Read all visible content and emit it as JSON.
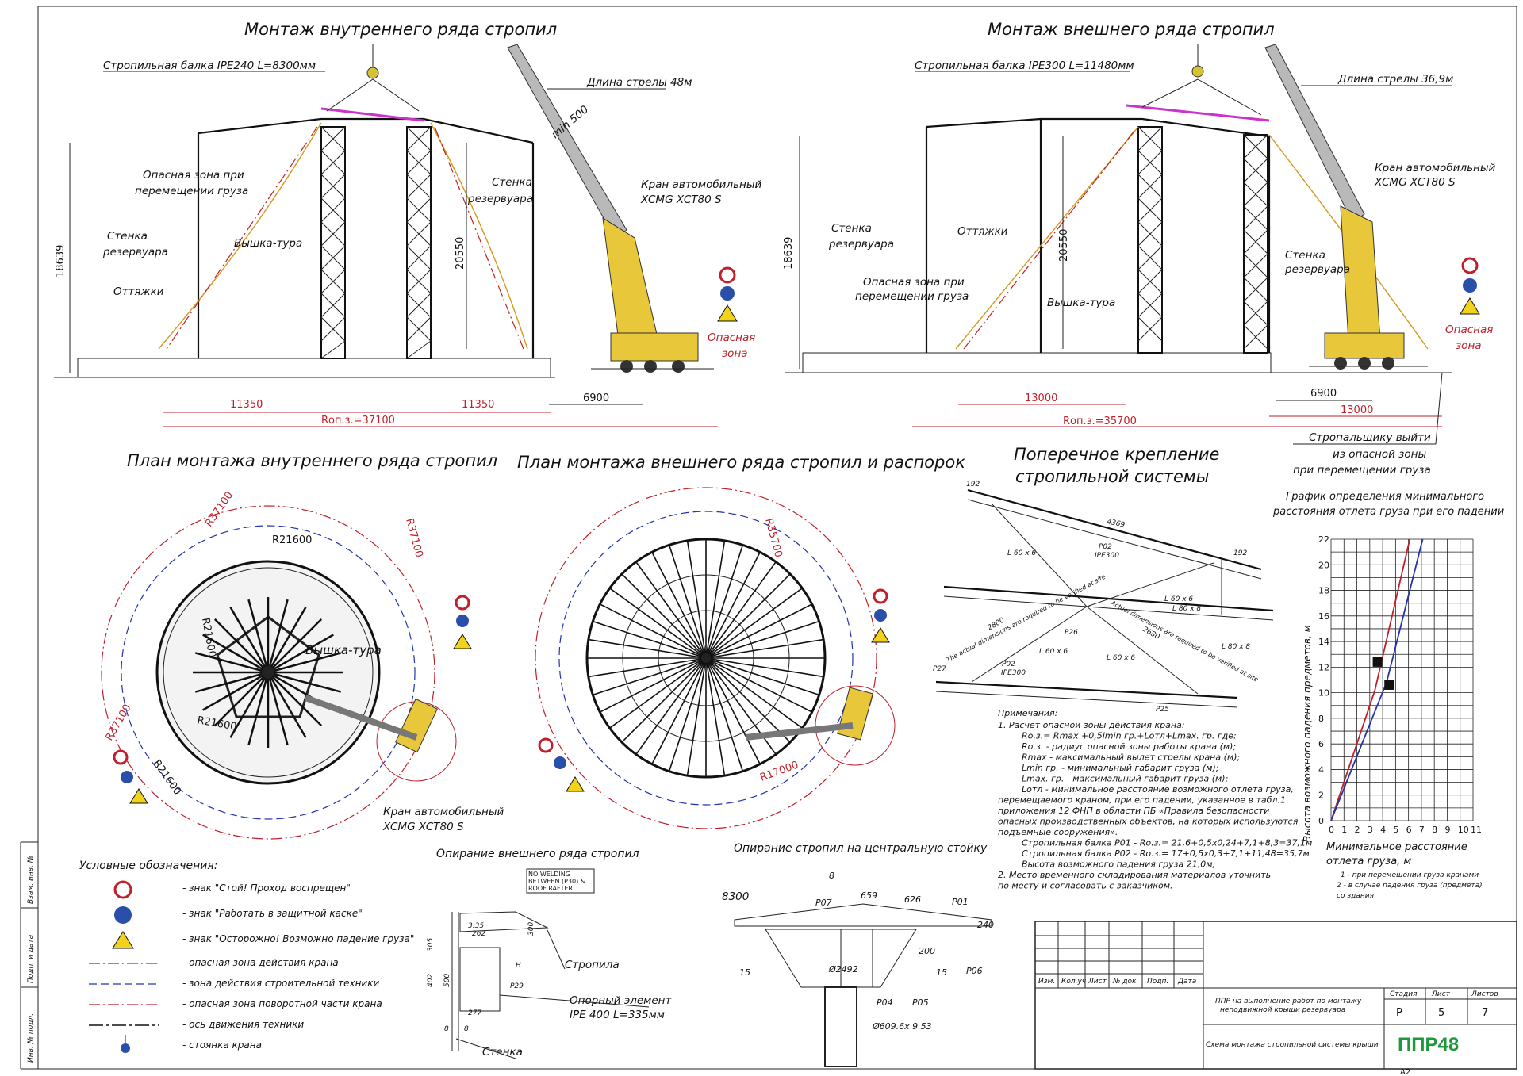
{
  "titles": {
    "inner_rafters": "Монтаж внутреннего ряда стропил",
    "outer_rafters": "Монтаж внешнего ряда стропил",
    "plan_inner": "План монтажа внутреннего ряда стропил",
    "plan_outer": "План монтажа внешнего ряда стропил и распорок",
    "cross_bracing_1": "Поперечное крепление",
    "cross_bracing_2": "стропильной системы",
    "graph_1": "График определения минимального",
    "graph_2": "расстояния отлета груза при его падении",
    "support_outer": "Опирание внешнего ряда стропил",
    "support_center": "Опирание стропил на центральную стойку"
  },
  "inner_elevation": {
    "beam": "Стропильная балка IPE240 L=8300мм",
    "boom": "Длина стрелы 48м",
    "min500": "min 500",
    "danger_zone_1": "Опасная зона при",
    "danger_zone_2": "перемещении груза",
    "wall_right_1": "Стенка",
    "wall_right_2": "резервуара",
    "wall_left_1": "Стенка",
    "wall_left_2": "резервуара",
    "tower": "Вышка-тура",
    "guys": "Оттяжки",
    "crane_1": "Кран автомобильный",
    "crane_2": "XCMG XCT80 S",
    "zone_1": "Опасная",
    "zone_2": "зона",
    "h_left": "18639",
    "h_mid": "20550",
    "d_left": "11350",
    "d_right": "11350",
    "d_crane": "6900",
    "r_zone": "Rоп.з.=37100"
  },
  "outer_elevation": {
    "beam": "Стропильная балка IPE300 L=11480мм",
    "boom": "Длина стрелы 36,9м",
    "crane_1": "Кран автомобильный",
    "crane_2": "XCMG XCT80 S",
    "wall_left_1": "Стенка",
    "wall_left_2": "резервуара",
    "guys": "Оттяжки",
    "danger_zone_1": "Опасная зона при",
    "danger_zone_2": "перемещении груза",
    "tower": "Вышка-тура",
    "wall_right_1": "Стенка",
    "wall_right_2": "резервуара",
    "zone_1": "Опасная",
    "zone_2": "зона",
    "h_left": "18639",
    "h_mid": "20550",
    "d_mid": "13000",
    "d_crane": "6900",
    "d_right": "13000",
    "r_zone": "Rоп.з.=35700",
    "slinger_1": "Стропальщику выйти",
    "slinger_2": "из опасной зоны",
    "slinger_3": "при перемещении груза"
  },
  "plan_inner": {
    "r1": "R37100",
    "r2": "R21600",
    "r3": "R37100",
    "r4": "R21600",
    "r5": "R37100",
    "r6": "R21600",
    "r7": "R21600",
    "tower": "Вышка-тура",
    "crane_1": "Кран автомобильный",
    "crane_2": "XCMG XCT80 S"
  },
  "plan_outer": {
    "r1": "R35700",
    "r2": "R17000"
  },
  "bracing": {
    "d192a": "192",
    "d4369": "4369",
    "d192b": "192",
    "p02a": "P02",
    "ipe300a": "IPE300",
    "l60a": "L 60 x 6",
    "l60b": "L 60 x 6",
    "l80a": "L 80 x 8",
    "p26": "P26",
    "d2800": "2800",
    "d2680": "2680",
    "l60c": "L 60 x 6",
    "p02b": "P02",
    "ipe300b": "IPE300",
    "l60d": "L 60 x 6",
    "l80b": "L 80 x 8",
    "p27": "P27",
    "p25": "P25",
    "note_en_1": "The actual dimensions are required to be verified at site",
    "note_en_2": "Actual dimensions are required to be verified at site"
  },
  "notes": {
    "header": "Примечания:",
    "lines": [
      "1.   Расчет опасной зоны действия крана:",
      "Rо.з.= Rmax +0,5lmin гр.+Lотл+Lmax. гр. где:",
      "Rо.з. - радиус опасной зоны работы крана (м);",
      "Rmax - максимальный вылет стрелы крана (м);",
      "Lmin гр. - минимальный габарит груза (м);",
      "Lmax. гр. - максимальный габарит груза (м);",
      "Lотл - минимальное расстояние возможного отлета груза,",
      "перемещаемого краном, при его падении, указанное в табл.1",
      "приложения 12 ФНП в области ПБ «Правила безопасности",
      "опасных производственных объектов, на которых используются",
      "подъемные сооружения».",
      "Стропильная балка Р01 - Rо.з.= 21,6+0,5х0,24+7,1+8,3=37,1м",
      "Стропильная балка Р02 - Rо.з.= 17+0,5х0,3+7,1+11,48=35,7м",
      "Высота возможного падения груза 21,0м;",
      "2.      Место временного складирования материалов уточнить",
      "по месту и согласовать с заказчиком."
    ]
  },
  "legend": {
    "title": "Условные обозначения:",
    "items": [
      "- знак \"Стой! Проход воспрещен\"",
      "- знак \"Работать в защитной каске\"",
      "- знак \"Осторожно! Возможно падение груза\"",
      "- опасная зона действия крана",
      "- зона действия строительной техники",
      "- опасная зона поворотной части крана",
      "- ось движения техники",
      "- стоянка крана"
    ]
  },
  "support_outer": {
    "nowelding_1": "NO WELDING",
    "nowelding_2": "BETWEEN (P30) &",
    "nowelding_3": "ROOF RAFTER",
    "d335": "3.35",
    "d262": "262",
    "d305": "305",
    "d402": "402",
    "d500": "500",
    "d300": "300",
    "d277": "277",
    "d8a": "8",
    "d8b": "8",
    "h": "H",
    "p29": "P29",
    "rafter": "Стропила",
    "elem_1": "Опорный элемент",
    "elem_2": "IPE 400 L=335мм",
    "wall": "Стенка"
  },
  "support_center": {
    "d8300": "8300",
    "p07": "P07",
    "d659": "659",
    "d626": "626",
    "p01": "P01",
    "d240": "240",
    "d200": "200",
    "d15a": "15",
    "d15b": "15",
    "d2492": "Ø2492",
    "p06": "P06",
    "p04": "P04",
    "p05": "P05",
    "pipe": "Ø609.6x 9.53",
    "d8": "8"
  },
  "chart_data": {
    "type": "line",
    "xlabel_1": "Минимальное расстояние",
    "xlabel_2": "отлета груза, м",
    "ylabel": "Высота возможного падения предметов, м",
    "xlim": [
      0,
      11
    ],
    "ylim": [
      0,
      22
    ],
    "xticks": [
      "0",
      "1",
      "2",
      "3",
      "4",
      "5",
      "6",
      "7",
      "8",
      "9",
      "10",
      "11"
    ],
    "yticks": [
      "0",
      "2",
      "4",
      "6",
      "8",
      "10",
      "12",
      "14",
      "16",
      "18",
      "20",
      "22"
    ],
    "legend_1": "1 - при перемещении груза кранами",
    "legend_2": "2 - в случае падения груза (предмета)",
    "legend_3": "со здания",
    "series": [
      {
        "color": "#c0202a",
        "x": [
          0,
          3.4,
          6.1
        ],
        "y": [
          0,
          10.2,
          22
        ]
      },
      {
        "color": "#2233aa",
        "x": [
          0,
          4.3,
          7.1
        ],
        "y": [
          0,
          10.8,
          22
        ]
      }
    ],
    "markers": [
      {
        "x": 3.6,
        "y": 12.4
      },
      {
        "x": 4.5,
        "y": 10.6
      }
    ]
  },
  "stamp": {
    "h_izm": "Изм.",
    "h_kol": "Кол.уч",
    "h_list": "Лист",
    "h_doc": "№ док.",
    "h_sign": "Подп.",
    "h_date": "Дата",
    "desc_1": "ППР на выполнение работ по монтажу",
    "desc_2": "неподвижной крыши резервуара",
    "sheet_title": "Схема монтажа стропильной системы крыши",
    "stage_h": "Стадия",
    "list_h": "Лист",
    "lists_h": "Листов",
    "stage": "Р",
    "sheet": "5",
    "sheets": "7",
    "logo": "ППР48",
    "format": "А2",
    "side_1": "Взам. инв. №",
    "side_2": "Подп. и дата",
    "side_3": "Инв. № подл."
  }
}
